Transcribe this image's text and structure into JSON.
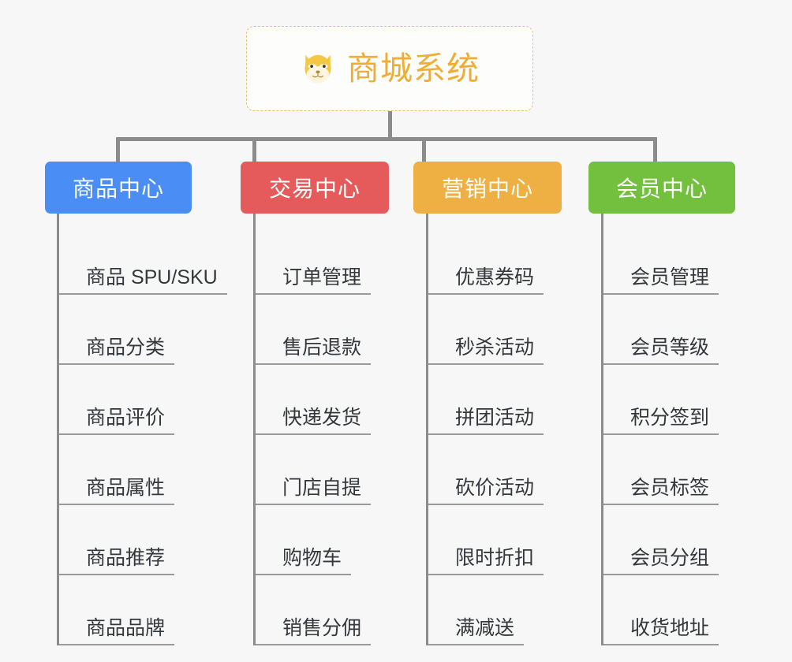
{
  "root": {
    "title": "商城系统",
    "icon": "shiba-dog-icon",
    "color": "#f0ad35",
    "border_color": "#eabf73"
  },
  "connector_color": "#8c8c8c",
  "background": "#f7f7f7",
  "branches": [
    {
      "label": "商品中心",
      "color": "#4a8ef5",
      "items": [
        "商品 SPU/SKU",
        "商品分类",
        "商品评价",
        "商品属性",
        "商品推荐",
        "商品品牌"
      ]
    },
    {
      "label": "交易中心",
      "color": "#e55a5a",
      "items": [
        "订单管理",
        "售后退款",
        "快递发货",
        "门店自提",
        "购物车",
        "销售分佣"
      ]
    },
    {
      "label": "营销中心",
      "color": "#eeb042",
      "items": [
        "优惠券码",
        "秒杀活动",
        "拼团活动",
        "砍价活动",
        "限时折扣",
        "满减送"
      ]
    },
    {
      "label": "会员中心",
      "color": "#72c03e",
      "items": [
        "会员管理",
        "会员等级",
        "积分签到",
        "会员标签",
        "会员分组",
        "收货地址"
      ]
    }
  ]
}
